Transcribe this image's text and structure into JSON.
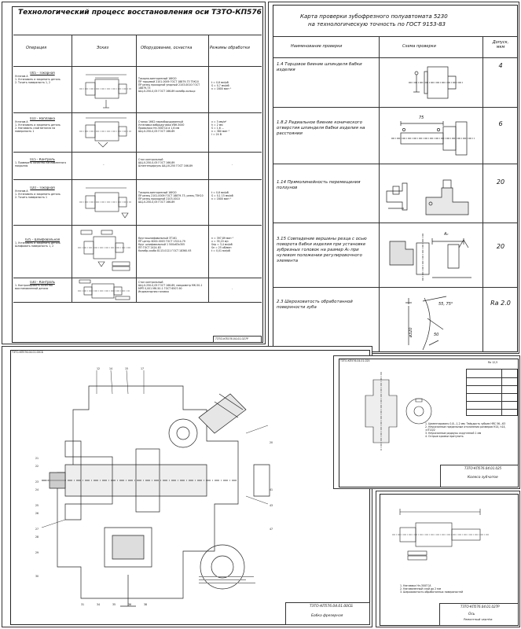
{
  "sheet_tech": {
    "title": "Технологический процесс восстановления оси ТЗТО-КП576.04.01.027Р",
    "headers": [
      "Операция",
      "Эскиз",
      "Оборудование, оснастка",
      "Режимы обработки"
    ],
    "rows": [
      {
        "op_name": "005 - Токарная",
        "op_text": [
          "Установ А",
          "1. Установить и закрепить деталь",
          "2. Точить поверхность 1, 2"
        ],
        "equip": [
          "Токарно-винторезный 16К20",
          "ПР торцевой 2101-0009 ГОСТ 18879-73 Т5К10",
          "ПР резец проходной упорный 2103-0010 ГОСТ 18879-73",
          "ШЦ-II-250-0,05 ГОСТ 166-89 калибр-кольцо"
        ],
        "modes": [
          "t = 0,6 мм/об",
          "S = 0,7 мм/об",
          "n = 1600 мин⁻¹"
        ]
      },
      {
        "op_name": "010 - Наплавка",
        "op_text": [
          "Установ А",
          "1. Установить и закрепить деталь",
          "2. Наплавить слой металла на поверхность 1"
        ],
        "equip": [
          "Станок 1К62 переоборудованный",
          "Установка вибродуговая УВН-5000",
          "Проволока Нп-30ХГСА d 1,6 мм",
          "ШЦ-II-250-0,05 ГОСТ 166-89"
        ],
        "modes": [
          "v = 3 мм/м²",
          "h = 2 мм",
          "S = 1,6 ...",
          "n = 360 мин⁻¹",
          "I = 24 В"
        ]
      },
      {
        "op_name": "015 - Контроль",
        "op_text": [
          "1. Проверить качество наплавленного покрытия"
        ],
        "equip": [
          "Стол контрольный",
          "ШЦ-II-250-0,05 ГОСТ 166-89",
          "Штангенциркуль ШЦ-III-250 ГОСТ 166-89"
        ],
        "modes": [
          "-"
        ]
      },
      {
        "op_name": "020 - Токарная",
        "op_text": [
          "Установ А",
          "1. Установить и закрепить деталь",
          "2. Точить поверхность 1"
        ],
        "equip": [
          "Токарно-винторезный 16К20",
          "ПР резец 2101-0009 ГОСТ 18879-73, резец Т5К10",
          "ПР резец проходной 2103-0010",
          "ШЦ-II-250-0,05 ГОСТ 166-89"
        ],
        "modes": [
          "t = 0,6 мм/об",
          "S = 0,1 15 мм/об",
          "n = 1600 мин⁻¹"
        ]
      },
      {
        "op_name": "025 - Шлифовальная",
        "op_text": [
          "1. Установить и закрепить деталь",
          "Шлифовать поверхность 1, 2"
        ],
        "equip": [
          "Круглошлифовальный 3Т161",
          "ПР центр 6000-0003 ГОСТ 13214-79",
          "Круг шлифовальный 1 500х63х305",
          "ПП ГОСТ 2424-83",
          "Калибр-скоба 8113-0121 ГОСТ 18360-93"
        ],
        "modes": [
          "n = 397,89 мин⁻¹",
          "v = 35,19 м/с",
          "Sпр = 3,4 мм/об",
          "Sп = 25 об/мин",
          "t = 0,01 мм/об"
        ]
      },
      {
        "op_name": "030 - Контроль",
        "op_text": [
          "1. Контролировать качество восстановленной детали"
        ],
        "equip": [
          "Стол контрольный",
          "ШЦ-II-250-0,05 ГОСТ 166-89, микрометр МК-50-1",
          "МРП 0,001 МК-50-1 ГОСТ 6507-90",
          "Индикаторная головка"
        ],
        "modes": [
          "-"
        ]
      }
    ]
  },
  "sheet_check": {
    "title_line1": "Карта проверки зубофрезного полуавтомата 5230",
    "title_line2": "на технологическую точность по ГОСТ 9153-83",
    "headers": [
      "Наименование проверки",
      "Схема проверки",
      "Допуск, мкм"
    ],
    "rows": [
      {
        "name": "1.4 Торцовое биение шпинделя бабки изделия",
        "tol": "4"
      },
      {
        "name": "1.8.2 Радиальное биение конического отверстия шпинделя бабки изделия на расстоянии",
        "tol": "6",
        "dim": "75"
      },
      {
        "name": "1.14 Прямолинейность перемещения ползунов",
        "tol": "20"
      },
      {
        "name": "3.15 Совпадение вершины резца с осью поворота бабки изделия при установке зубрезных головок на размер A₀ при нулевом положении регулировочного элемента",
        "tol": "20",
        "dim": "A₀"
      },
      {
        "name": "2.3 Шероховатость обработанной поверхности зуба",
        "tol": "Ra 2.0",
        "dim1": "55, 75°",
        "dim2": "ø320",
        "dim3": "50"
      }
    ]
  },
  "sheet_assembly": {
    "corner_code": "ТЗТО-КП576.04.01.00СБ",
    "stamp_code": "ТЗТО-КП576.04.01.00СБ",
    "stamp_name": "Бабка фрезерная",
    "labels": [
      "12",
      "14",
      "15",
      "17",
      "20",
      "21",
      "22",
      "23",
      "24",
      "25",
      "26",
      "27",
      "28",
      "29",
      "30",
      "31",
      "34",
      "35",
      "36",
      "38",
      "41",
      "43",
      "47"
    ]
  },
  "sheet_gear": {
    "corner_code": "ТЗТО-КП576.04.01.025",
    "stamp_code": "ТЗТО-КП576.04.01.025",
    "stamp_name": "Колесо зубчатое",
    "roughness": "Ra 12,5",
    "notes": [
      "1. Цементировать 0,8...1,2 мм; Твёрдость зубьев HRC 56...63",
      "2. Неуказанные предельные отклонения размеров H14, h14, ±IT14/2",
      "3. Неуказанные радиусы скруглений 1 мм",
      "4. Острые кромки притупить"
    ]
  },
  "sheet_axle": {
    "stamp_code": "ТЗТО-КП576.04.01.027Р",
    "stamp_name": "Ось",
    "stamp_sub": "Ремонтный чертёж",
    "notes": [
      "1. Наплавка Нп-30ХГСА",
      "2. Наплавленный слой до 2 мм",
      "3. Шероховатость обработанных поверхностей"
    ]
  },
  "stamp_tech": {
    "code": "ТЗТО-КП576.04.01.027Р"
  }
}
